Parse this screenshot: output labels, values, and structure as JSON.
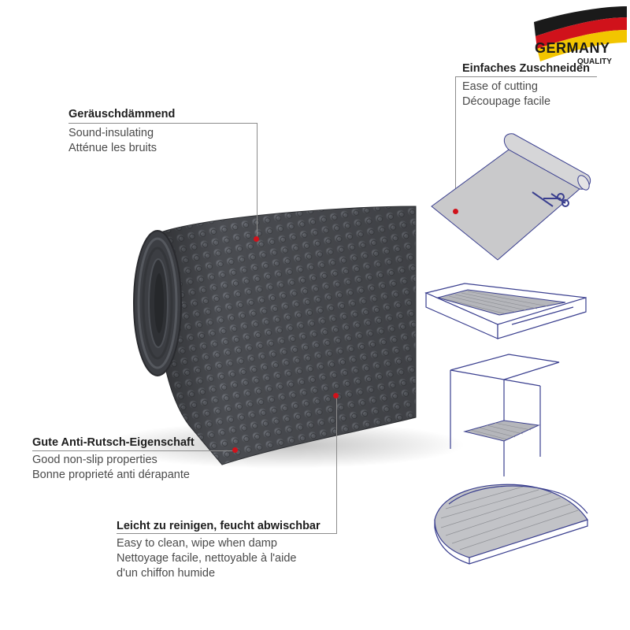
{
  "badge": {
    "line1": "GERMANY",
    "line2": "QUALITY",
    "flag_colors": [
      "#1a1a1a",
      "#d0121b",
      "#f2c500"
    ]
  },
  "features": {
    "sound": {
      "title": "Geräuschdämmend",
      "en": "Sound-insulating",
      "fr": "Atténue les bruits"
    },
    "cutting": {
      "title": "Einfaches Zuschneiden",
      "en": "Ease of cutting",
      "fr": "Découpage facile"
    },
    "nonslip": {
      "title": "Gute Anti-Rutsch-Eigenschaft",
      "en": "Good non-slip properties",
      "fr": "Bonne proprieté anti dérapante"
    },
    "clean": {
      "title": "Leicht zu reinigen, feucht abwischbar",
      "en": "Easy to clean, wipe when damp",
      "fr1": "Nettoyage facile, nettoyable à l'aide",
      "fr2": "d'un chiffon humide"
    }
  },
  "colors": {
    "accent_dot": "#d0121b",
    "outline": "#3a3f8f",
    "mat": "#4b4d52",
    "sheet": "#c9c9cb"
  },
  "illustrations": [
    "mat-roll-photo",
    "cutting-sheet-icon",
    "drawer-icon",
    "shelf-icon",
    "half-round-shelf-icon"
  ]
}
